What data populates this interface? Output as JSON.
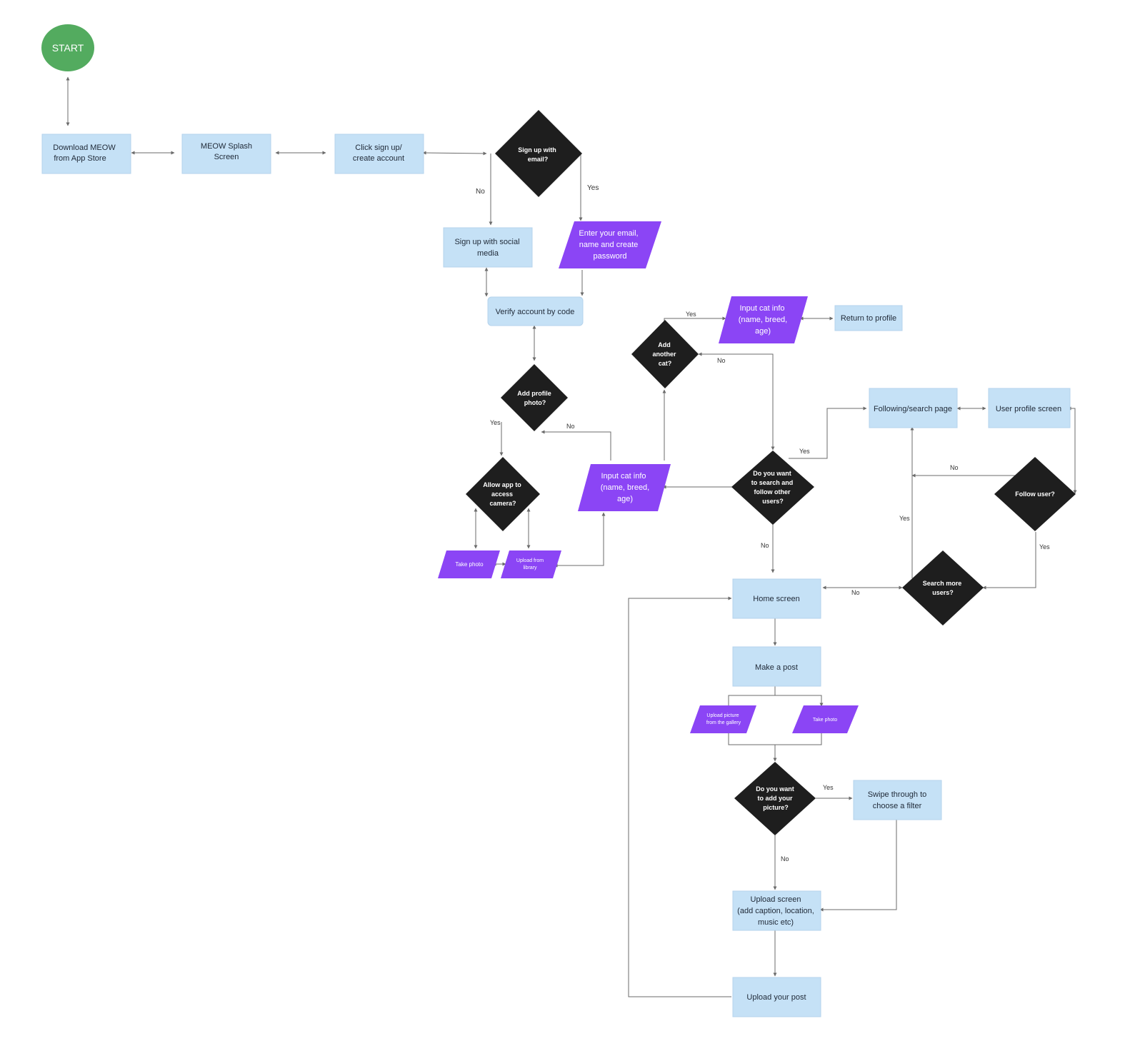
{
  "start": "START",
  "boxes": {
    "download": [
      "Download MEOW",
      "from App Store"
    ],
    "splash": [
      "MEOW Splash",
      "Screen"
    ],
    "signup": [
      "Click sign up/",
      "create account"
    ],
    "social": [
      "Sign up with social",
      "media"
    ],
    "verify": [
      "Verify account by code"
    ],
    "return_profile": [
      "Return to profile"
    ],
    "following": [
      "Following/search page"
    ],
    "user_profile": [
      "User profile screen"
    ],
    "home": [
      "Home screen"
    ],
    "make_post": [
      "Make a post"
    ],
    "swipe_filter": [
      "Swipe through to",
      "choose a filter"
    ],
    "upload_screen": [
      "Upload screen",
      "(add caption, location,",
      "music etc)"
    ],
    "upload_post": [
      "Upload your post"
    ]
  },
  "decisions": {
    "email": [
      "Sign up with",
      "email?"
    ],
    "add_cat": [
      "Add",
      "another",
      "cat?"
    ],
    "profile_photo": [
      "Add profile",
      "photo?"
    ],
    "camera": [
      "Allow app to",
      "access",
      "camera?"
    ],
    "search_follow": [
      "Do you want",
      "to search and",
      "follow other",
      "users?"
    ],
    "follow_user": [
      "Follow user?"
    ],
    "search_more": [
      "Search more",
      "users?"
    ],
    "add_picture": [
      "Do you want",
      "to add your",
      "picture?"
    ]
  },
  "inputs": {
    "enter_email": [
      "Enter your email,",
      "name and create",
      "password"
    ],
    "cat_info_top": [
      "Input cat info",
      "(name, breed,",
      "age)"
    ],
    "cat_info_mid": [
      "Input cat info",
      "(name, breed,",
      "age)"
    ],
    "take_photo_1": [
      "Take photo"
    ],
    "upload_library": [
      "Upload from",
      "library"
    ],
    "upload_gallery": [
      "Upload picture",
      "from the gallery"
    ],
    "take_photo_2": [
      "Take photo"
    ]
  },
  "edge_labels": {
    "email_no": "No",
    "email_yes": "Yes",
    "addcat_yes": "Yes",
    "addcat_no": "No",
    "photo_yes": "Yes",
    "photo_no": "No",
    "search_yes": "Yes",
    "search_no": "No",
    "follow_no": "No",
    "follow_yes": "Yes",
    "more_yes": "Yes",
    "more_no": "No",
    "picture_yes": "Yes",
    "picture_no": "No"
  },
  "colors": {
    "process": "#c5e1f6",
    "decision": "#1e1e1e",
    "input": "#8b45f5",
    "start": "#53ab5f",
    "line": "#6b6b6b"
  }
}
